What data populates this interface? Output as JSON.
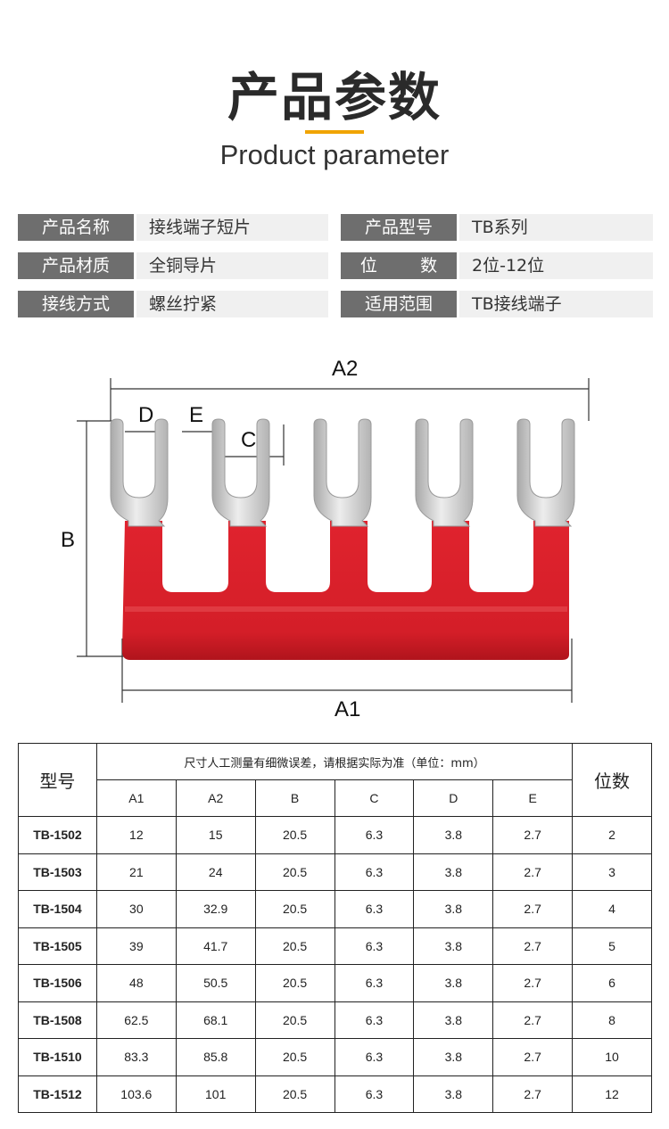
{
  "header": {
    "title": "产品参数",
    "subtitle": "Product parameter",
    "accent_color": "#f0a400"
  },
  "params": [
    {
      "label": "产品名称",
      "value": "接线端子短片"
    },
    {
      "label": "产品型号",
      "value": "TB系列"
    },
    {
      "label": "产品材质",
      "value": "全铜导片"
    },
    {
      "label": "位        数",
      "value": "2位-12位"
    },
    {
      "label": "接线方式",
      "value": "螺丝拧紧"
    },
    {
      "label": "适用范围",
      "value": "TB接线端子"
    }
  ],
  "drawing": {
    "labels": {
      "a2": "A2",
      "a1": "A1",
      "b": "B",
      "c": "C",
      "d": "D",
      "e": "E"
    },
    "bar_color": "#d8202a",
    "prong_color": "#c9c9c9"
  },
  "spec_table": {
    "model_header": "型号",
    "note_header": "尺寸人工测量有细微误差，请根据实际为准（单位：mm）",
    "count_header": "位数",
    "columns": [
      "A1",
      "A2",
      "B",
      "C",
      "D",
      "E"
    ],
    "rows": [
      {
        "model": "TB-1502",
        "a1": "12",
        "a2": "15",
        "b": "20.5",
        "c": "6.3",
        "d": "3.8",
        "e": "2.7",
        "count": "2"
      },
      {
        "model": "TB-1503",
        "a1": "21",
        "a2": "24",
        "b": "20.5",
        "c": "6.3",
        "d": "3.8",
        "e": "2.7",
        "count": "3"
      },
      {
        "model": "TB-1504",
        "a1": "30",
        "a2": "32.9",
        "b": "20.5",
        "c": "6.3",
        "d": "3.8",
        "e": "2.7",
        "count": "4"
      },
      {
        "model": "TB-1505",
        "a1": "39",
        "a2": "41.7",
        "b": "20.5",
        "c": "6.3",
        "d": "3.8",
        "e": "2.7",
        "count": "5"
      },
      {
        "model": "TB-1506",
        "a1": "48",
        "a2": "50.5",
        "b": "20.5",
        "c": "6.3",
        "d": "3.8",
        "e": "2.7",
        "count": "6"
      },
      {
        "model": "TB-1508",
        "a1": "62.5",
        "a2": "68.1",
        "b": "20.5",
        "c": "6.3",
        "d": "3.8",
        "e": "2.7",
        "count": "8"
      },
      {
        "model": "TB-1510",
        "a1": "83.3",
        "a2": "85.8",
        "b": "20.5",
        "c": "6.3",
        "d": "3.8",
        "e": "2.7",
        "count": "10"
      },
      {
        "model": "TB-1512",
        "a1": "103.6",
        "a2": "101",
        "b": "20.5",
        "c": "6.3",
        "d": "3.8",
        "e": "2.7",
        "count": "12"
      }
    ]
  }
}
